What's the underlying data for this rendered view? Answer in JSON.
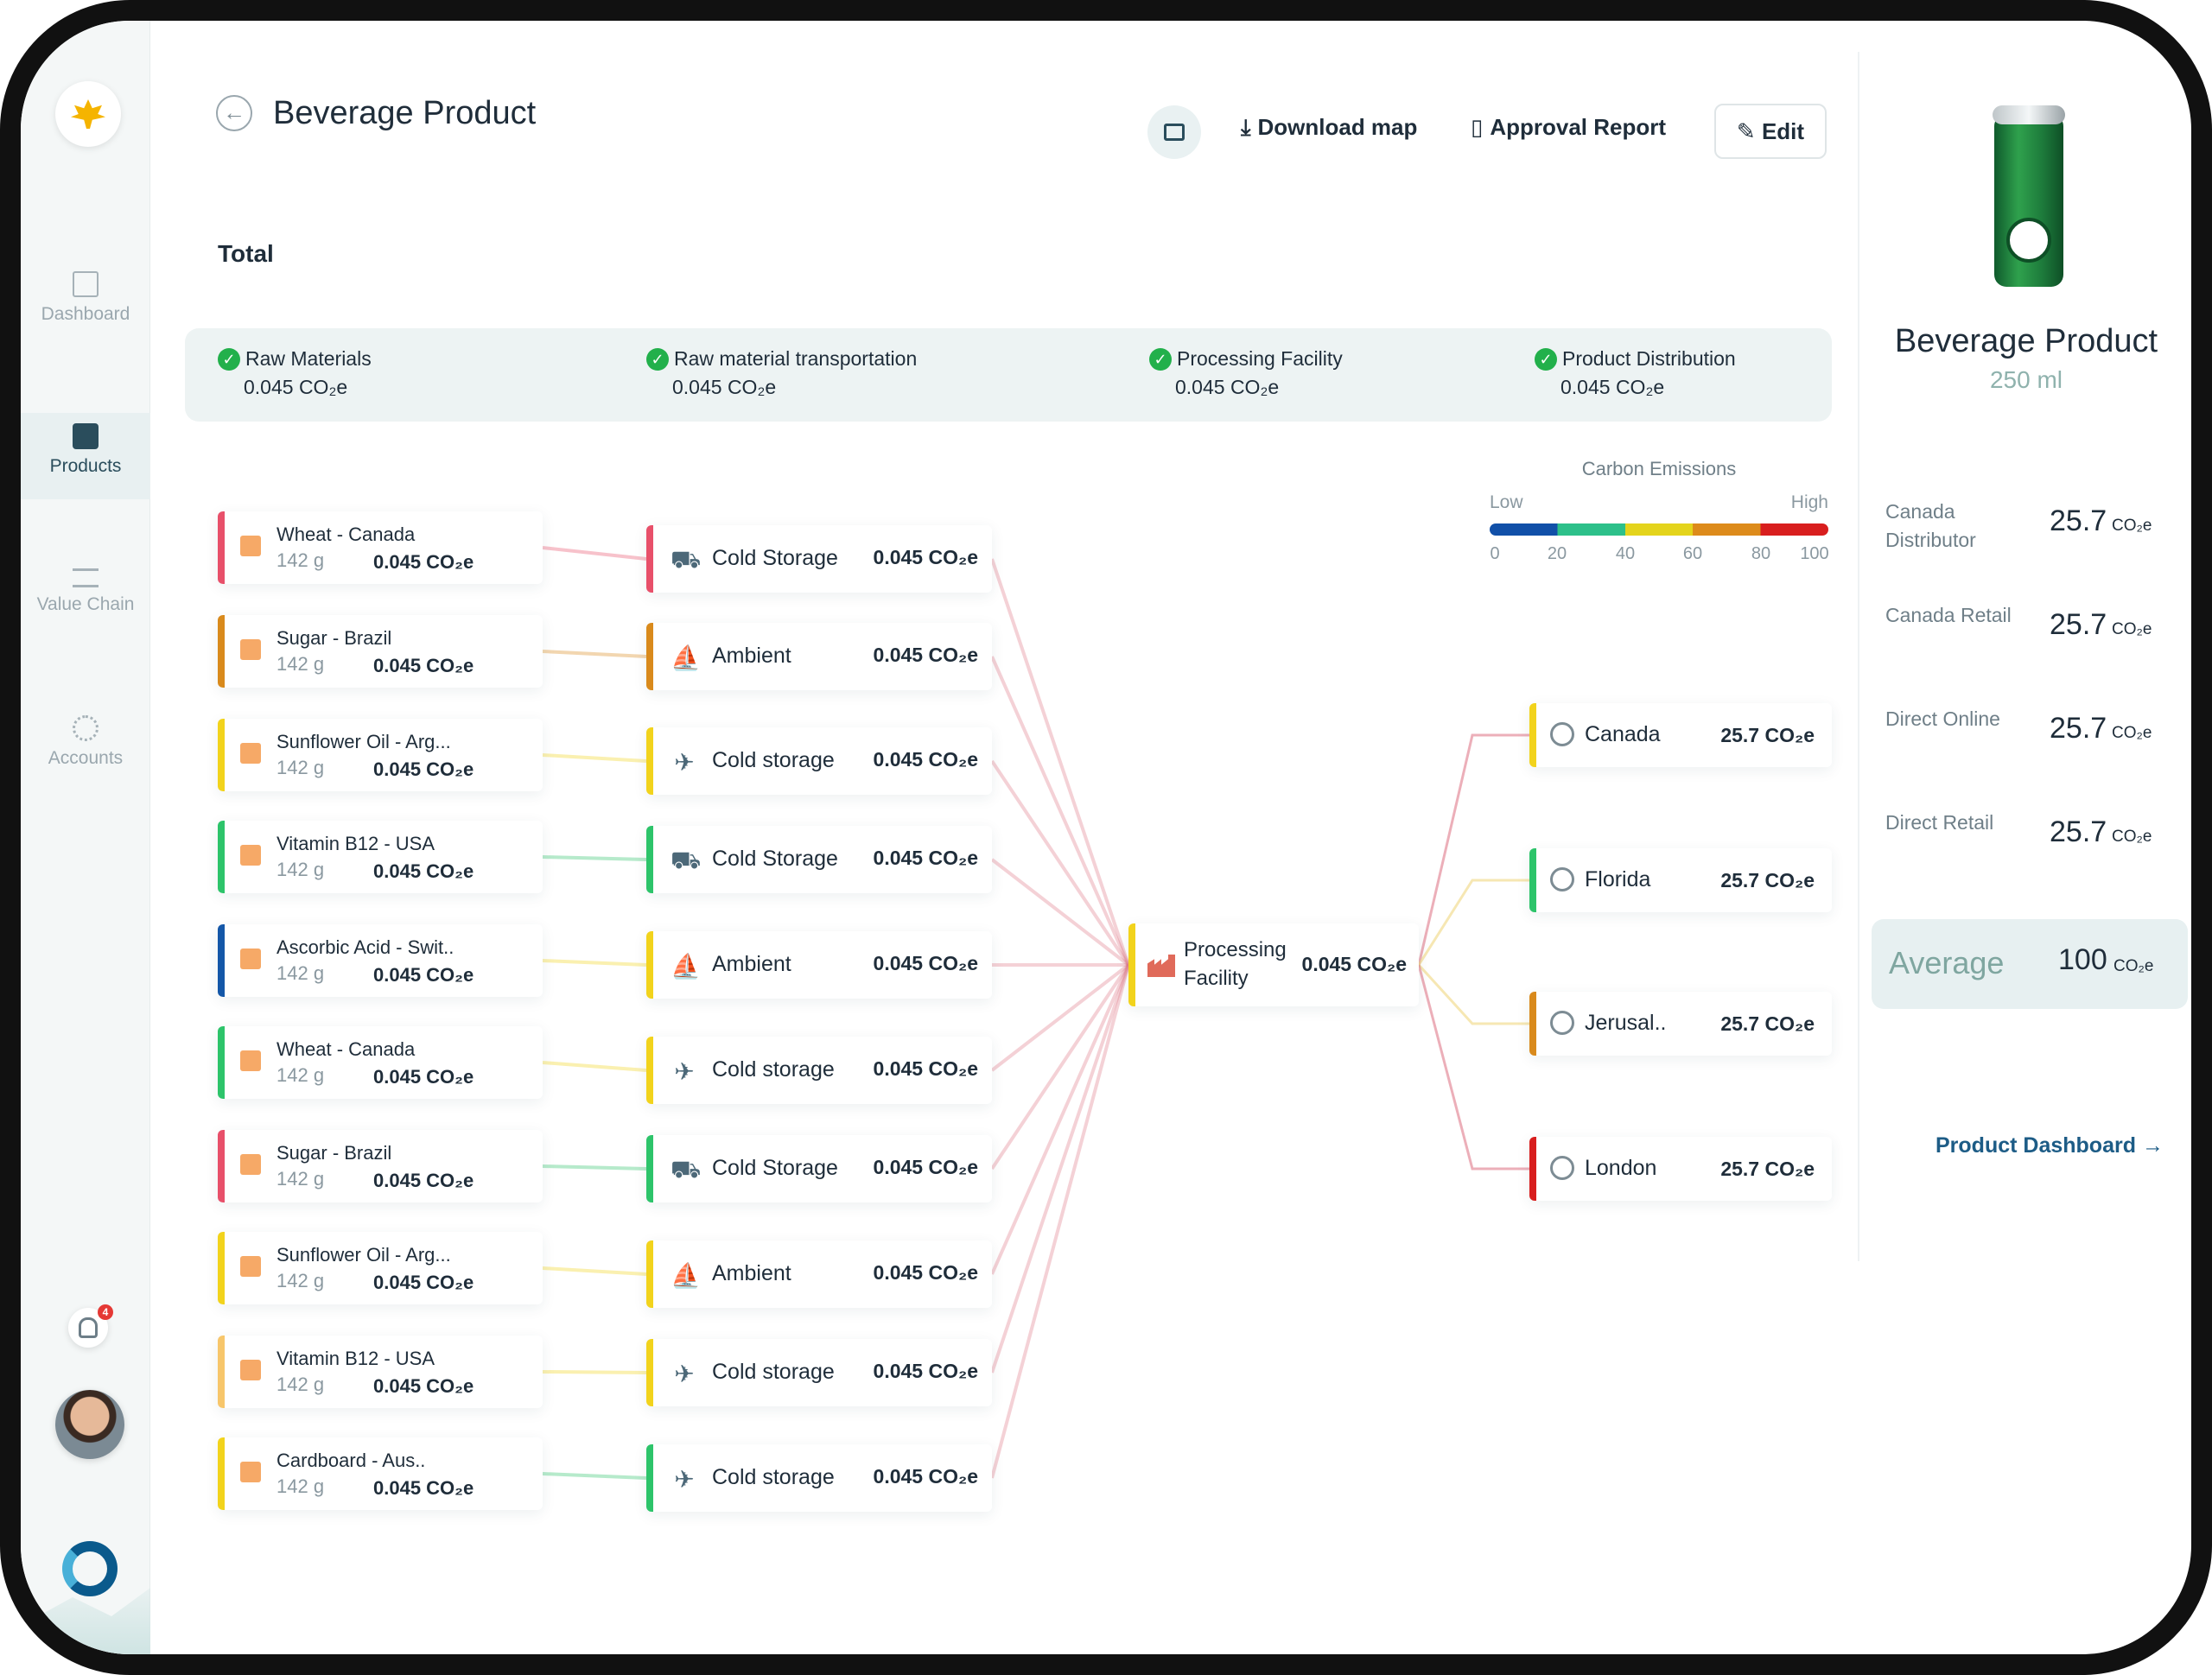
{
  "sidebar": {
    "items": [
      {
        "label": "Dashboard",
        "icon": "layout-icon"
      },
      {
        "label": "Products",
        "icon": "archive-box-icon"
      },
      {
        "label": "Value Chain",
        "icon": "sliders-icon"
      },
      {
        "label": "Accounts",
        "icon": "user-gear-icon"
      }
    ],
    "notifications": "4"
  },
  "header": {
    "title": "Beverage Product",
    "download": "Download map",
    "approval": "Approval Report",
    "edit": "Edit"
  },
  "total_label": "Total",
  "stages": [
    {
      "title": "Raw Materials",
      "value": "0.045 CO₂e"
    },
    {
      "title": "Raw material transportation",
      "value": "0.045 CO₂e"
    },
    {
      "title": "Processing Facility",
      "value": "0.045 CO₂e"
    },
    {
      "title": "Product Distribution",
      "value": "0.045 CO₂e"
    }
  ],
  "legend": {
    "title": "Carbon Emissions",
    "low": "Low",
    "high": "High",
    "ticks": [
      "0",
      "20",
      "40",
      "60",
      "80",
      "100"
    ],
    "colors": [
      "#1150a8",
      "#2dc08a",
      "#e4d41c",
      "#dd8b1b",
      "#d81e1e"
    ]
  },
  "materials": [
    {
      "name": "Wheat - Canada",
      "weight": "142 g",
      "value": "0.045 CO₂e",
      "color": "#e8506a"
    },
    {
      "name": "Sugar - Brazil",
      "weight": "142 g",
      "value": "0.045 CO₂e",
      "color": "#d98a1c"
    },
    {
      "name": "Sunflower Oil - Arg...",
      "weight": "142 g",
      "value": "0.045 CO₂e",
      "color": "#f2d31c"
    },
    {
      "name": "Vitamin B12 - USA",
      "weight": "142 g",
      "value": "0.045 CO₂e",
      "color": "#2dc46a"
    },
    {
      "name": "Ascorbic Acid - Swit..",
      "weight": "142 g",
      "value": "0.045 CO₂e",
      "color": "#1457a8"
    },
    {
      "name": "Wheat - Canada",
      "weight": "142 g",
      "value": "0.045 CO₂e",
      "color": "#2dc46a"
    },
    {
      "name": "Sugar - Brazil",
      "weight": "142 g",
      "value": "0.045 CO₂e",
      "color": "#e8506a"
    },
    {
      "name": "Sunflower Oil - Arg...",
      "weight": "142 g",
      "value": "0.045 CO₂e",
      "color": "#f2d31c"
    },
    {
      "name": "Vitamin B12 - USA",
      "weight": "142 g",
      "value": "0.045 CO₂e",
      "color": "#f7c66b"
    },
    {
      "name": "Cardboard - Aus..",
      "weight": "142 g",
      "value": "0.045 CO₂e",
      "color": "#f2d31c"
    }
  ],
  "transport": [
    {
      "name": "Cold Storage",
      "icon": "truck-icon",
      "value": "0.045 CO₂e",
      "color": "#e8506a"
    },
    {
      "name": "Ambient",
      "icon": "ship-icon",
      "value": "0.045 CO₂e",
      "color": "#d98a1c"
    },
    {
      "name": "Cold storage",
      "icon": "plane-icon",
      "value": "0.045 CO₂e",
      "color": "#f2d31c"
    },
    {
      "name": "Cold Storage",
      "icon": "truck-icon",
      "value": "0.045 CO₂e",
      "color": "#2dc46a"
    },
    {
      "name": "Ambient",
      "icon": "ship-icon",
      "value": "0.045 CO₂e",
      "color": "#f2d31c"
    },
    {
      "name": "Cold storage",
      "icon": "plane-icon",
      "value": "0.045 CO₂e",
      "color": "#f2d31c"
    },
    {
      "name": "Cold Storage",
      "icon": "truck-icon",
      "value": "0.045 CO₂e",
      "color": "#2dc46a"
    },
    {
      "name": "Ambient",
      "icon": "ship-icon",
      "value": "0.045 CO₂e",
      "color": "#f2d31c"
    },
    {
      "name": "Cold storage",
      "icon": "plane-icon",
      "value": "0.045 CO₂e",
      "color": "#f2d31c"
    },
    {
      "name": "Cold storage",
      "icon": "plane-icon",
      "value": "0.045 CO₂e",
      "color": "#2dc46a"
    }
  ],
  "processing": {
    "name": "Processing Facility",
    "value": "0.045 CO₂e",
    "color": "#f2d31c"
  },
  "destinations": [
    {
      "name": "Canada",
      "value": "25.7 CO₂e",
      "color": "#f2d31c"
    },
    {
      "name": "Florida",
      "value": "25.7 CO₂e",
      "color": "#2dc46a"
    },
    {
      "name": "Jerusal..",
      "value": "25.7 CO₂e",
      "color": "#d98a1c"
    },
    {
      "name": "London",
      "value": "25.7 CO₂e",
      "color": "#d81e1e"
    }
  ],
  "product_panel": {
    "name": "Beverage Product",
    "size": "250 ml",
    "rows": [
      {
        "label": "Canada Distributor",
        "value": "25.7",
        "unit": "CO₂e"
      },
      {
        "label": "Canada Retail",
        "value": "25.7",
        "unit": "CO₂e"
      },
      {
        "label": "Direct Online",
        "value": "25.7",
        "unit": "CO₂e"
      },
      {
        "label": "Direct Retail",
        "value": "25.7",
        "unit": "CO₂e"
      }
    ],
    "average_label": "Average",
    "average_value": "100",
    "average_unit": "CO₂e",
    "dashboard_link": "Product Dashboard"
  }
}
